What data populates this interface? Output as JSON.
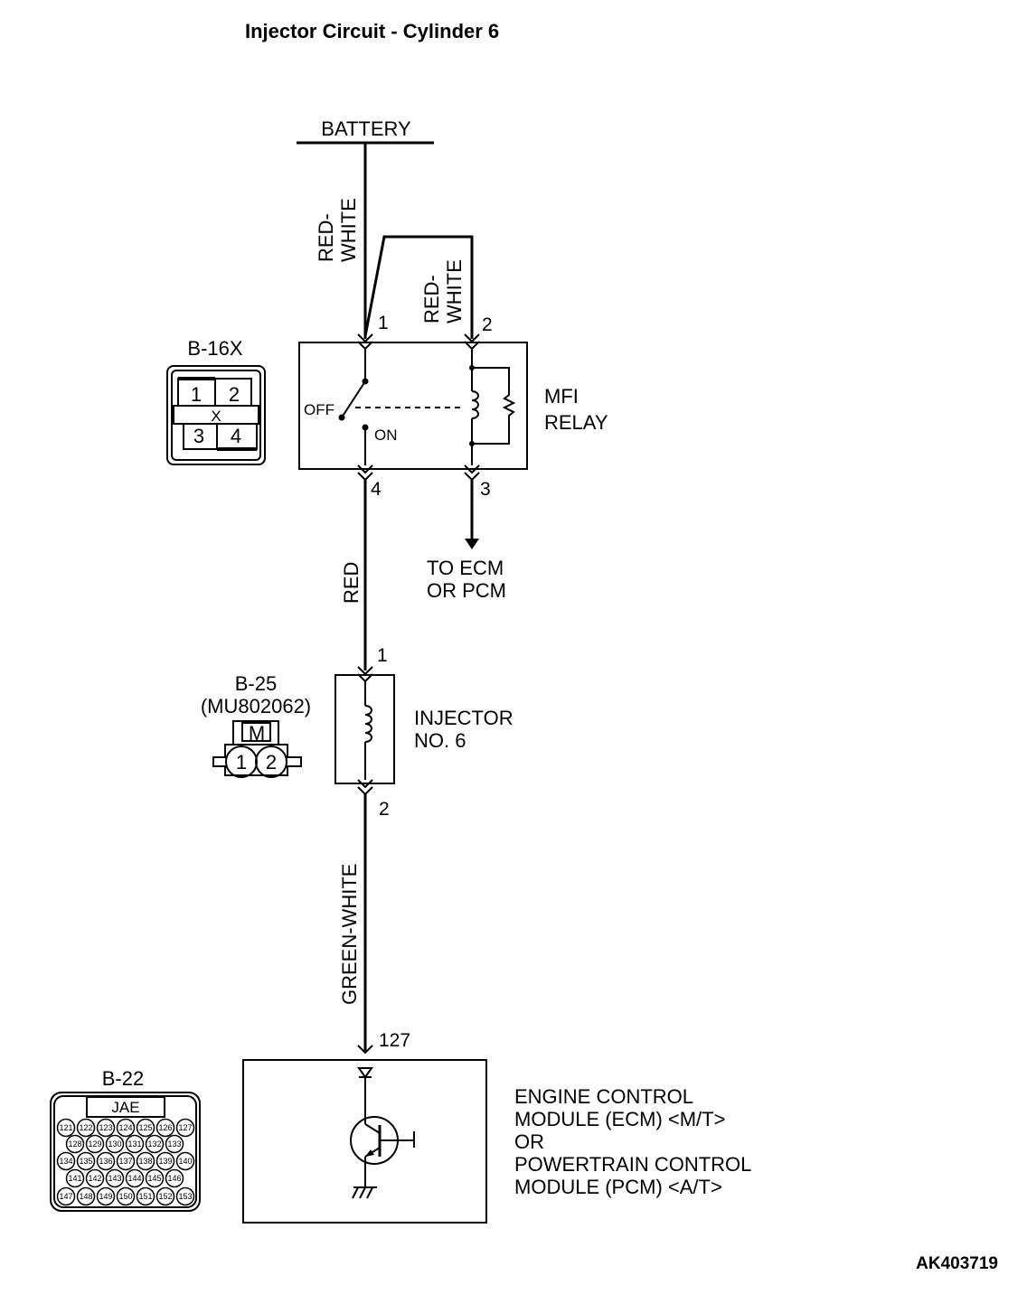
{
  "title": "Injector Circuit - Cylinder 6",
  "figure_code": "AK403719",
  "battery_label": "BATTERY",
  "wires": {
    "battery_to_relay": "RED-\nWHITE",
    "relay_pin2": "RED-\nWHITE",
    "relay_to_injector": "RED",
    "injector_to_ecm": "GREEN-WHITE"
  },
  "relay": {
    "name": "MFI\nRELAY",
    "pins": [
      "1",
      "2",
      "3",
      "4"
    ],
    "switch_off": "OFF",
    "switch_on": "ON",
    "to_ecm": "TO ECM\nOR PCM"
  },
  "b16x": {
    "label": "B-16X",
    "cells": [
      "1",
      "2",
      "3",
      "4"
    ],
    "mark": "X"
  },
  "injector": {
    "name": "INJECTOR\nNO. 6",
    "pins": [
      "1",
      "2"
    ],
    "connector": "B-25",
    "part_no": "(MU802062)",
    "mark": "M",
    "cells": [
      "1",
      "2"
    ]
  },
  "ecm": {
    "pin": "127",
    "name": "ENGINE CONTROL\nMODULE (ECM) <M/T>\nOR\nPOWERTRAIN CONTROL\nMODULE (PCM) <A/T>",
    "connector": "B-22",
    "connector_mark": "JAE",
    "connector_rows": [
      [
        "121",
        "122",
        "123",
        "124",
        "125",
        "126",
        "127"
      ],
      [
        "128",
        "129",
        "130",
        "131",
        "132",
        "133"
      ],
      [
        "134",
        "135",
        "136",
        "137",
        "138",
        "139",
        "140"
      ],
      [
        "141",
        "142",
        "143",
        "144",
        "145",
        "146"
      ],
      [
        "147",
        "148",
        "149",
        "150",
        "151",
        "152",
        "153"
      ]
    ]
  }
}
